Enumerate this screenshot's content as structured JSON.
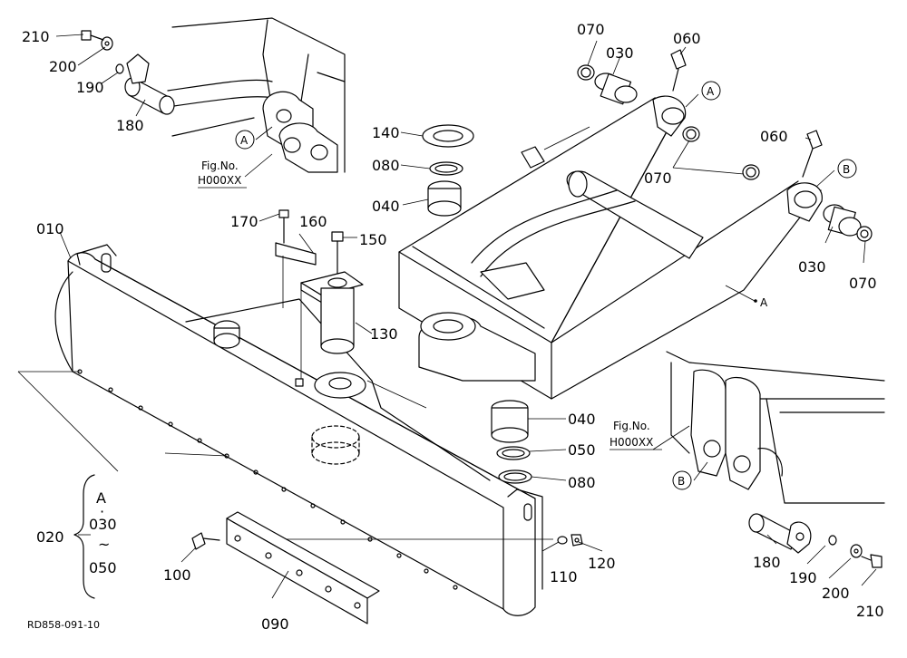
{
  "diagram_code": "RD858-091-10",
  "figure_refs": [
    {
      "line1": "Fig.No.",
      "line2": "H000XX"
    },
    {
      "line1": "Fig.No.",
      "line2": "H000XX"
    }
  ],
  "markers": {
    "a": "A",
    "b": "B"
  },
  "range_note": {
    "top": "A",
    "dot": "·",
    "from": "030",
    "tilde": "~",
    "to": "050"
  },
  "parts": [
    {
      "no": "010"
    },
    {
      "no": "020"
    },
    {
      "no": "030"
    },
    {
      "no": "030"
    },
    {
      "no": "040"
    },
    {
      "no": "040"
    },
    {
      "no": "050"
    },
    {
      "no": "060"
    },
    {
      "no": "060"
    },
    {
      "no": "070"
    },
    {
      "no": "070"
    },
    {
      "no": "070"
    },
    {
      "no": "080"
    },
    {
      "no": "080"
    },
    {
      "no": "090"
    },
    {
      "no": "100"
    },
    {
      "no": "110"
    },
    {
      "no": "120"
    },
    {
      "no": "130"
    },
    {
      "no": "140"
    },
    {
      "no": "150"
    },
    {
      "no": "160"
    },
    {
      "no": "170"
    },
    {
      "no": "180"
    },
    {
      "no": "180"
    },
    {
      "no": "190"
    },
    {
      "no": "190"
    },
    {
      "no": "200"
    },
    {
      "no": "200"
    },
    {
      "no": "210"
    },
    {
      "no": "210"
    }
  ]
}
